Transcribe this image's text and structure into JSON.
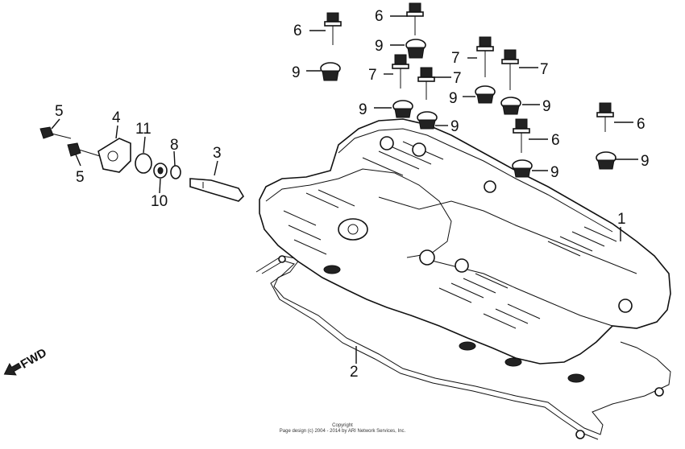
{
  "callouts": {
    "c1": "1",
    "c2": "2",
    "c3": "3",
    "c4": "4",
    "c5a": "5",
    "c5b": "5",
    "c6a": "6",
    "c6b": "6",
    "c6c": "6",
    "c6d": "6",
    "c7a": "7",
    "c7b": "7",
    "c7c": "7",
    "c7d": "7",
    "c8": "8",
    "c9a": "9",
    "c9b": "9",
    "c9c": "9",
    "c9d": "9",
    "c9e": "9",
    "c9f": "9",
    "c9g": "9",
    "c10": "10",
    "c11": "11"
  },
  "fwd_label": "FWD",
  "copyright": {
    "line1": "Copyright",
    "line2": "Page design (c) 2004 - 2014 by ARI Network Services, Inc."
  }
}
